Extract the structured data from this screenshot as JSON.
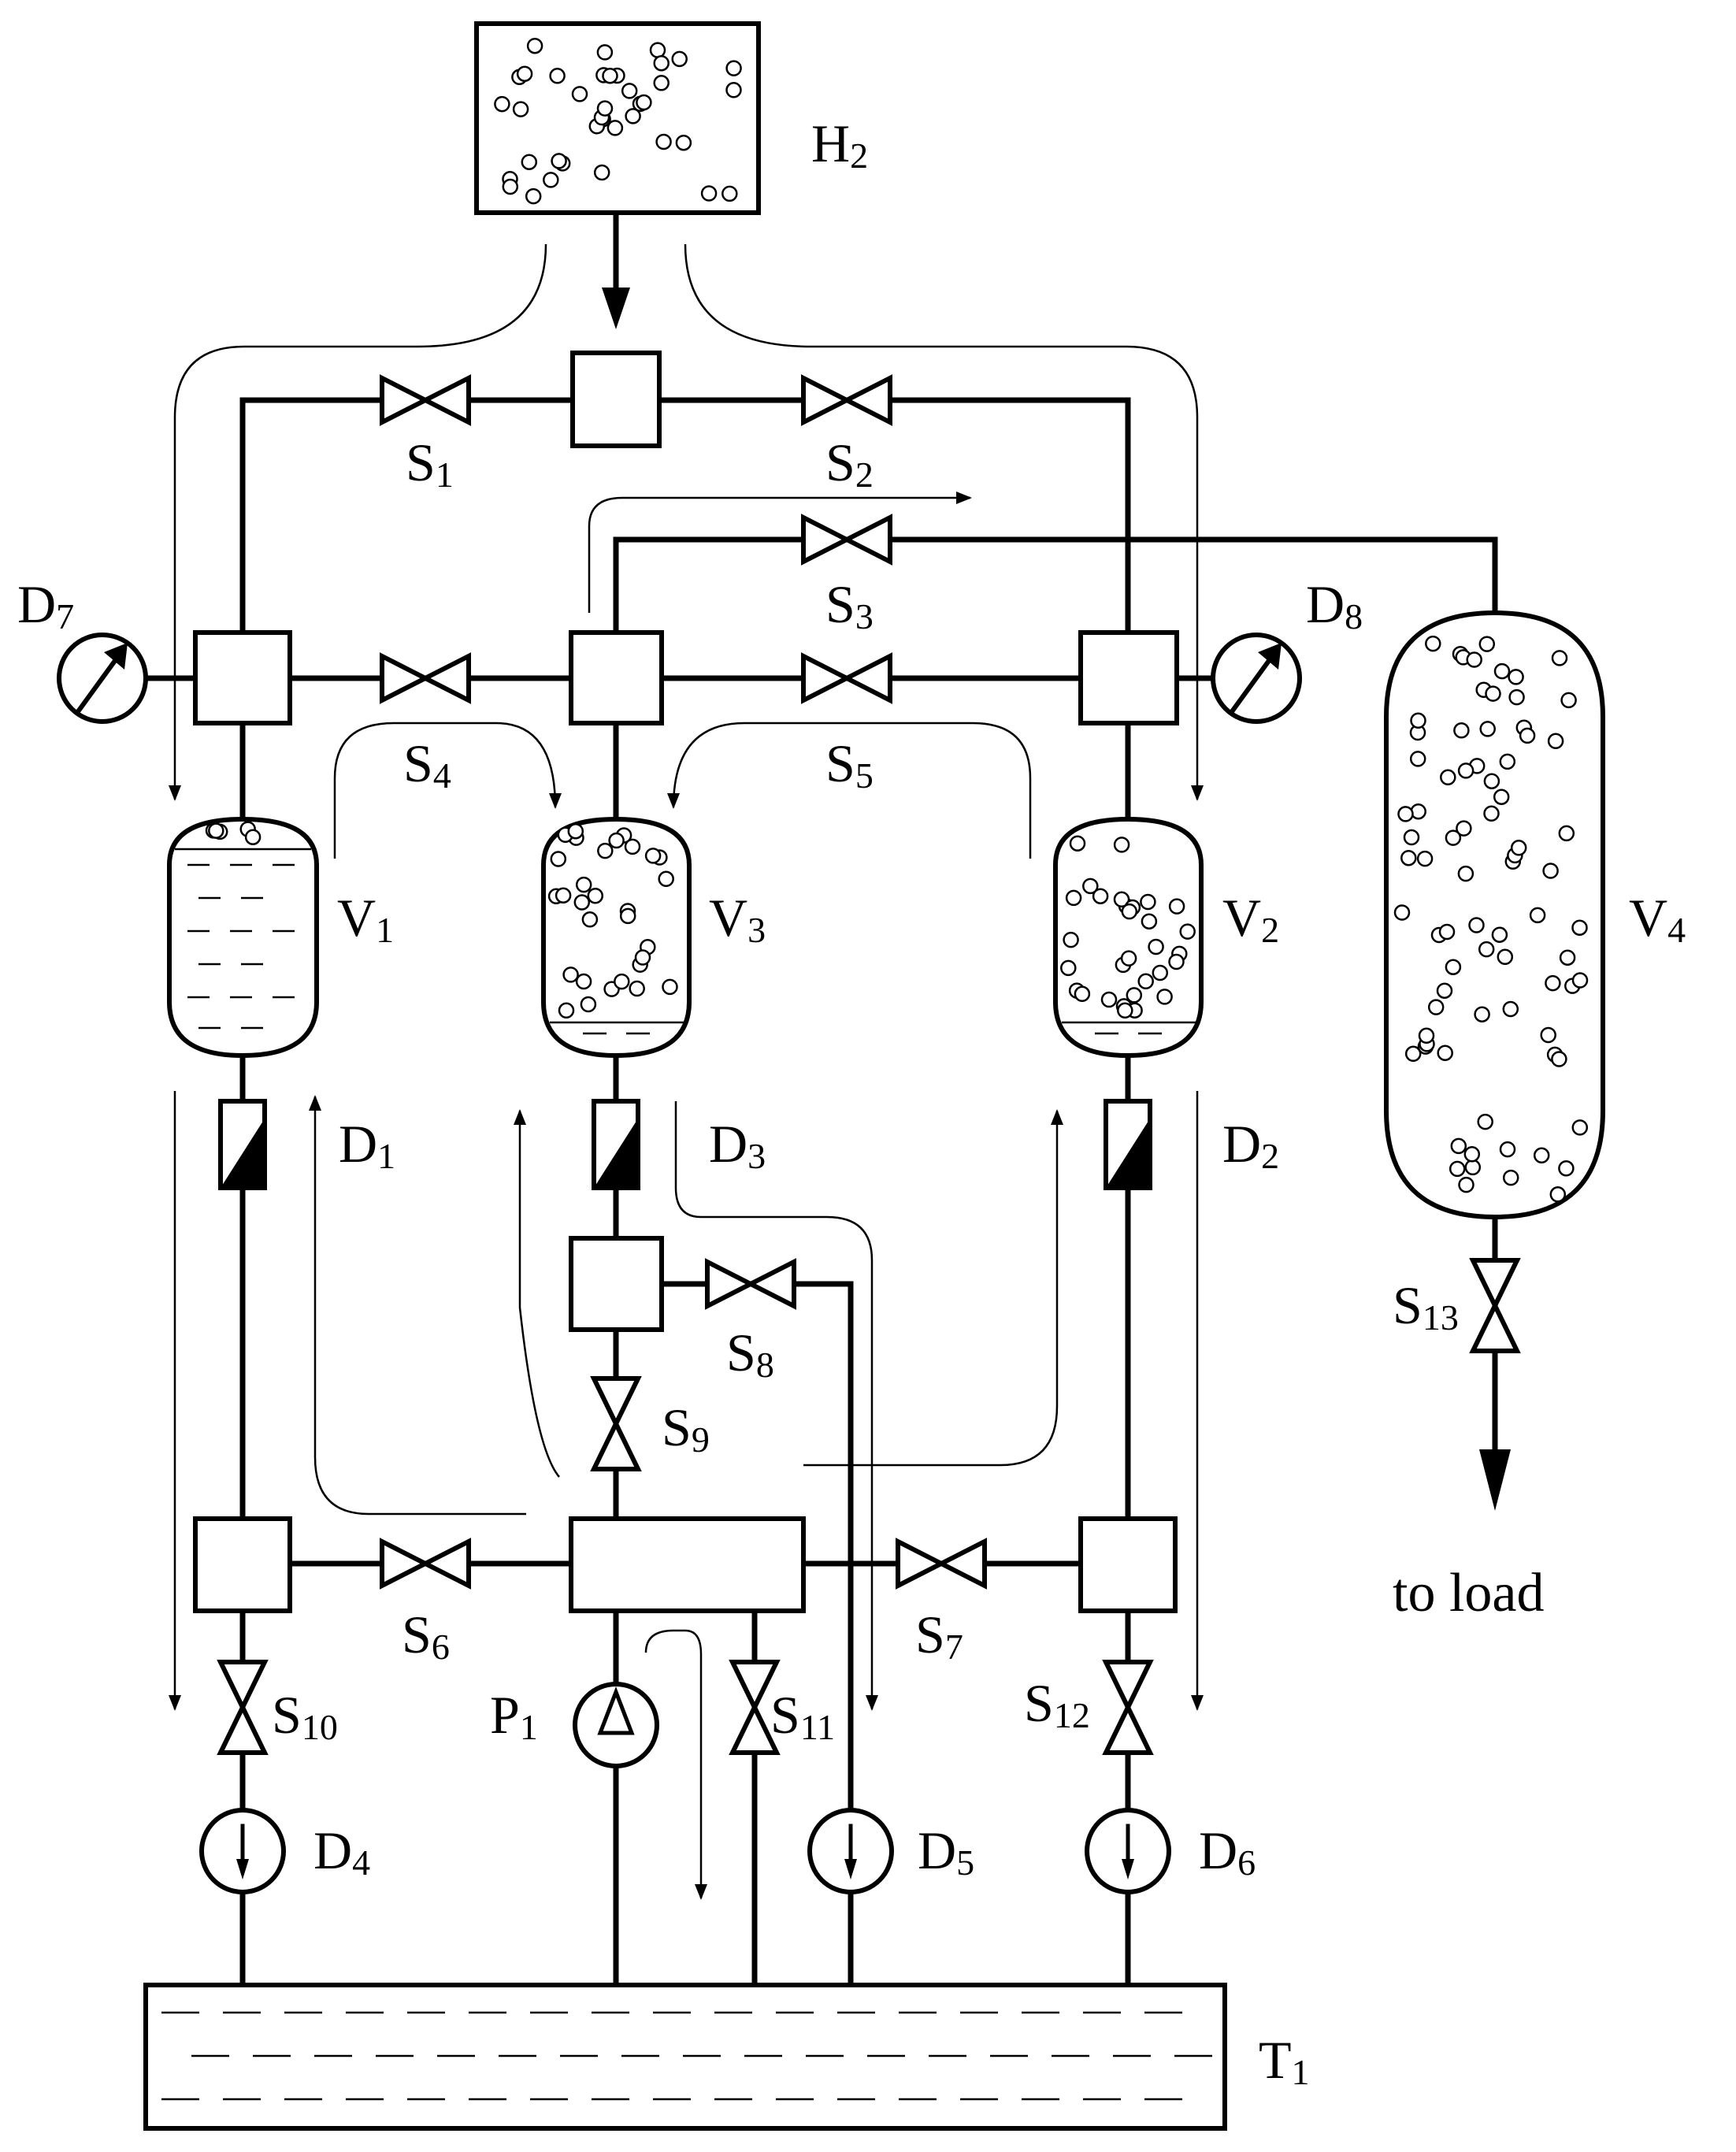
{
  "source": {
    "label": "H",
    "sub": "2"
  },
  "valves": {
    "s1": {
      "label": "S",
      "sub": "1"
    },
    "s2": {
      "label": "S",
      "sub": "2"
    },
    "s3": {
      "label": "S",
      "sub": "3"
    },
    "s4": {
      "label": "S",
      "sub": "4"
    },
    "s5": {
      "label": "S",
      "sub": "5"
    },
    "s6": {
      "label": "S",
      "sub": "6"
    },
    "s7": {
      "label": "S",
      "sub": "7"
    },
    "s8": {
      "label": "S",
      "sub": "8"
    },
    "s9": {
      "label": "S",
      "sub": "9"
    },
    "s10": {
      "label": "S",
      "sub": "10"
    },
    "s11": {
      "label": "S",
      "sub": "11"
    },
    "s12": {
      "label": "S",
      "sub": "12"
    },
    "s13": {
      "label": "S",
      "sub": "13"
    }
  },
  "gauges": {
    "d7": {
      "label": "D",
      "sub": "7"
    },
    "d8": {
      "label": "D",
      "sub": "8"
    }
  },
  "vessels": {
    "v1": {
      "label": "V",
      "sub": "1"
    },
    "v2": {
      "label": "V",
      "sub": "2"
    },
    "v3": {
      "label": "V",
      "sub": "3"
    },
    "v4": {
      "label": "V",
      "sub": "4"
    }
  },
  "check_valves": {
    "d1": {
      "label": "D",
      "sub": "1"
    },
    "d2": {
      "label": "D",
      "sub": "2"
    },
    "d3": {
      "label": "D",
      "sub": "3"
    }
  },
  "flow_meters": {
    "d4": {
      "label": "D",
      "sub": "4"
    },
    "d5": {
      "label": "D",
      "sub": "5"
    },
    "d6": {
      "label": "D",
      "sub": "6"
    }
  },
  "pump": {
    "label": "P",
    "sub": "1"
  },
  "tank": {
    "label": "T",
    "sub": "1"
  },
  "outlet": {
    "label": "to load"
  }
}
